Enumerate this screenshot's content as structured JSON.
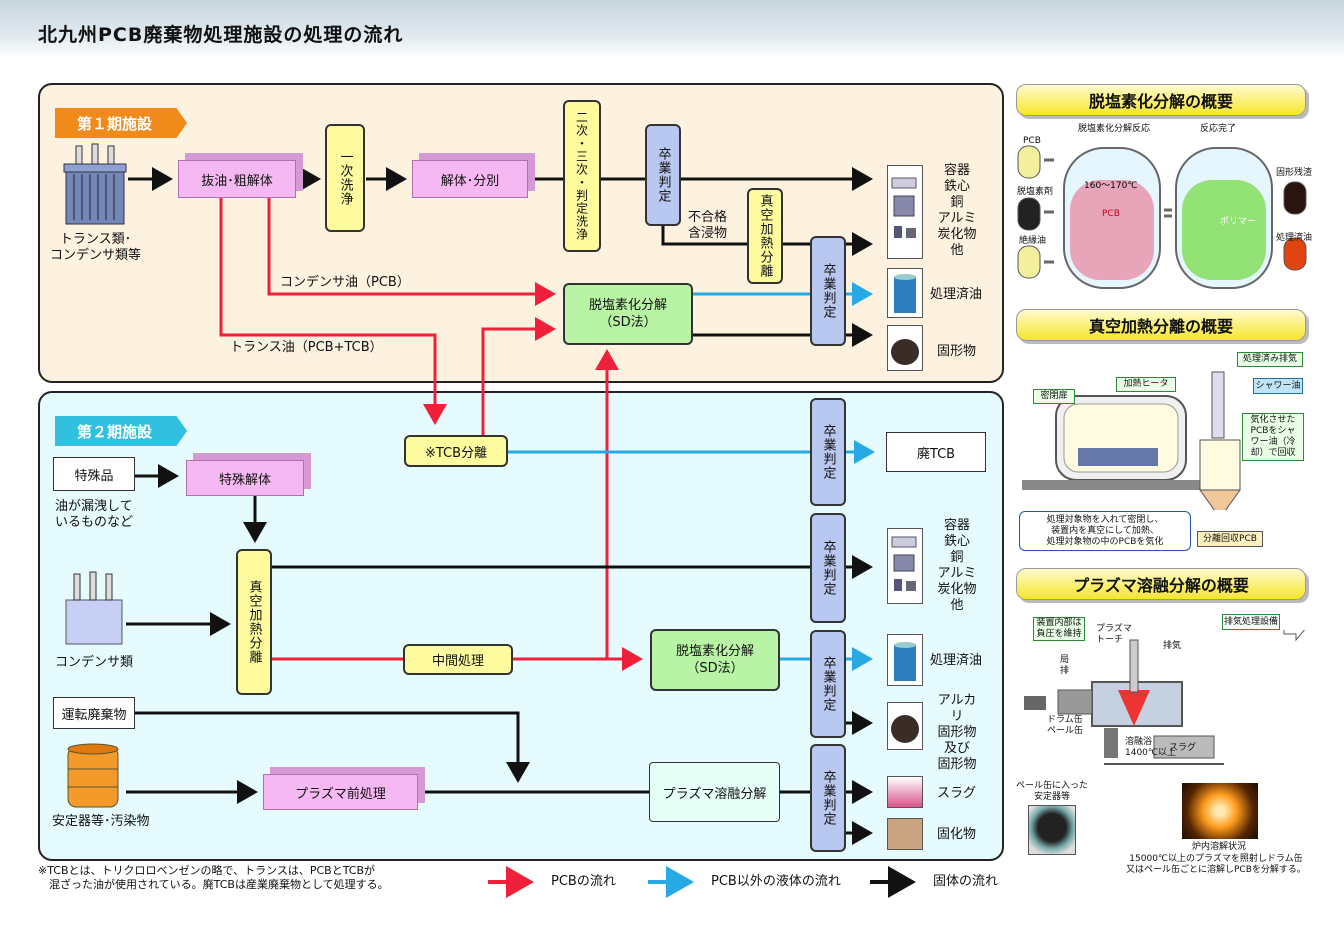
{
  "title": "北九州PCB廃棄物処理施設の処理の流れ",
  "colors": {
    "pcb": "#f0203a",
    "liquid": "#27a9e6",
    "solid": "#111111",
    "phase1_tag": "#f08a1a",
    "phase2_tag": "#32c0e0"
  },
  "phase1": {
    "tag": "第１期施設",
    "source": "トランス類･\nコンデンサ類等",
    "extract": "抜油･粗解体",
    "wash1": "一次洗浄",
    "dismantle": "解体･分別",
    "wash2": "二次・三次・判定洗浄",
    "judge1": "卒業判定",
    "judge2": "卒業判定",
    "fail": "不合格\n含浸物",
    "vacuum": "真空加熱分離",
    "cond_oil": "コンデンサ油（PCB）",
    "trans_oil": "トランス油（PCB+TCB）",
    "dechlor": "脱塩素化分解\n（SD法）",
    "out_metals": "容器\n鉄心\n銅\nアルミ\n炭化物\n他",
    "out_oil": "処理済油",
    "out_solid": "固形物"
  },
  "phase2": {
    "tag": "第２期施設",
    "special": "特殊品",
    "special_note": "油が漏洩して\nいるものなど",
    "special_dismantle": "特殊解体",
    "tcb": "※TCB分離",
    "judge_tcb": "卒業判定",
    "out_tcb": "廃TCB",
    "capacitor": "コンデンサ類",
    "vacuum": "真空加熱分離",
    "judge_metals": "卒業判定",
    "out_metals": "容器\n鉄心\n銅\nアルミ\n炭化物\n他",
    "intermediate": "中間処理",
    "dechlor": "脱塩素化分解\n（SD法）",
    "judge_oil": "卒業判定",
    "out_oil": "処理済油",
    "out_alkali": "アルカリ\n固形物\n及び\n固形物",
    "operation_waste": "運転廃棄物",
    "stabilizer": "安定器等･汚染物",
    "plasma_pre": "プラズマ前処理",
    "plasma": "プラズマ溶融分解",
    "judge_plasma": "卒業判定",
    "out_slag": "スラグ",
    "out_solidified": "固化物"
  },
  "footnote": "※TCBとは、トリクロロベンゼンの略で、トランスは、PCBとTCBが\n　混ざった油が使用されている。廃TCBは産業廃棄物として処理する。",
  "legend": {
    "pcb": "PCBの流れ",
    "liquid": "PCB以外の液体の流れ",
    "solid": "固体の流れ"
  },
  "right": {
    "dechlor_title": "脱塩素化分解の概要",
    "dechlor_reaction": "脱塩素化分解反応",
    "dechlor_done": "反応完了",
    "pcb": "PCB",
    "agent": "脱塩素剤",
    "insulating_oil": "絶縁油",
    "temp": "160～170℃",
    "pcb_mol": "PCB",
    "polymer": "ポリマー",
    "solid_residue": "固形残渣",
    "treated_oil": "処理済油",
    "vacuum_title": "真空加熱分離の概要",
    "door": "密閉扉",
    "heater": "加熱ヒータ",
    "exhaust_done": "処理済み排気",
    "shower": "シャワー油",
    "vapor_note": "気化させた\nPCBをシャ\nワー油（冷\n却）で回収",
    "vacuum_note": "処理対象物を入れて密閉し、\n装置内を真空にして加熱、\n処理対象物の中のPCBを気化",
    "recovered": "分離回収PCB",
    "plasma_title": "プラズマ溶融分解の概要",
    "negative_pressure": "装置内部は\n負圧を維持",
    "torch": "プラズマ\nトーチ",
    "exhaust": "排気",
    "exhaust_equip": "排気処理設備",
    "local_exhaust": "局\n排",
    "drum": "ドラム缶\nペール缶",
    "molten": "溶融浴\n1400℃以上",
    "slag": "スラグ",
    "pail_label": "ペール缶に入った\n安定器等",
    "furnace_label": "炉内溶解状況",
    "plasma_note": "15000℃以上のプラズマを照射しドラム缶\n又はペール缶ごとに溶解しPCBを分解する。"
  }
}
